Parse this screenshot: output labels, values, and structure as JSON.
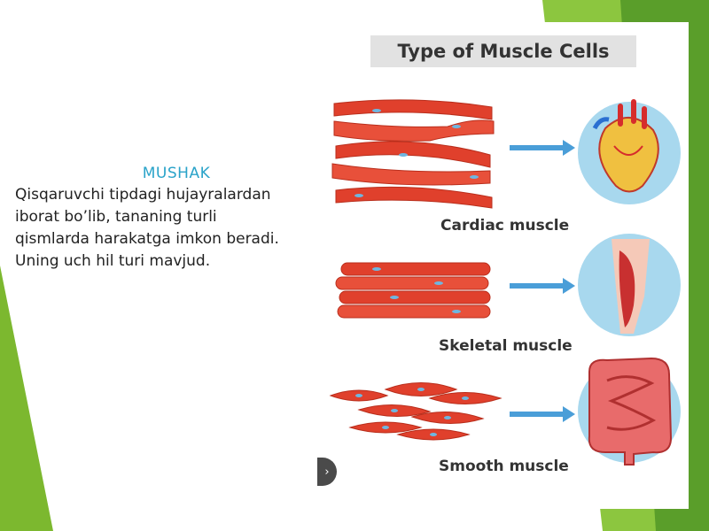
{
  "slide": {
    "heading": "MUSHAK",
    "body_lines": [
      " Qisqaruvchi tipdagi hujayralardan",
      "iborat bo’lib, tananing turli",
      "qismlarda harakatga imkon beradi.",
      "Uning uch hil turi mavjud."
    ]
  },
  "figure": {
    "title": "Type of Muscle Cells",
    "captions": {
      "cardiac": "Cardiac muscle",
      "skeletal": "Skeletal muscle",
      "smooth": "Smooth muscle"
    }
  },
  "colors": {
    "accent_green": "#8cc63f",
    "heading_blue": "#2aa3c9",
    "muscle_red": "#e0402c",
    "circle_blue": "#a8d8ee"
  }
}
